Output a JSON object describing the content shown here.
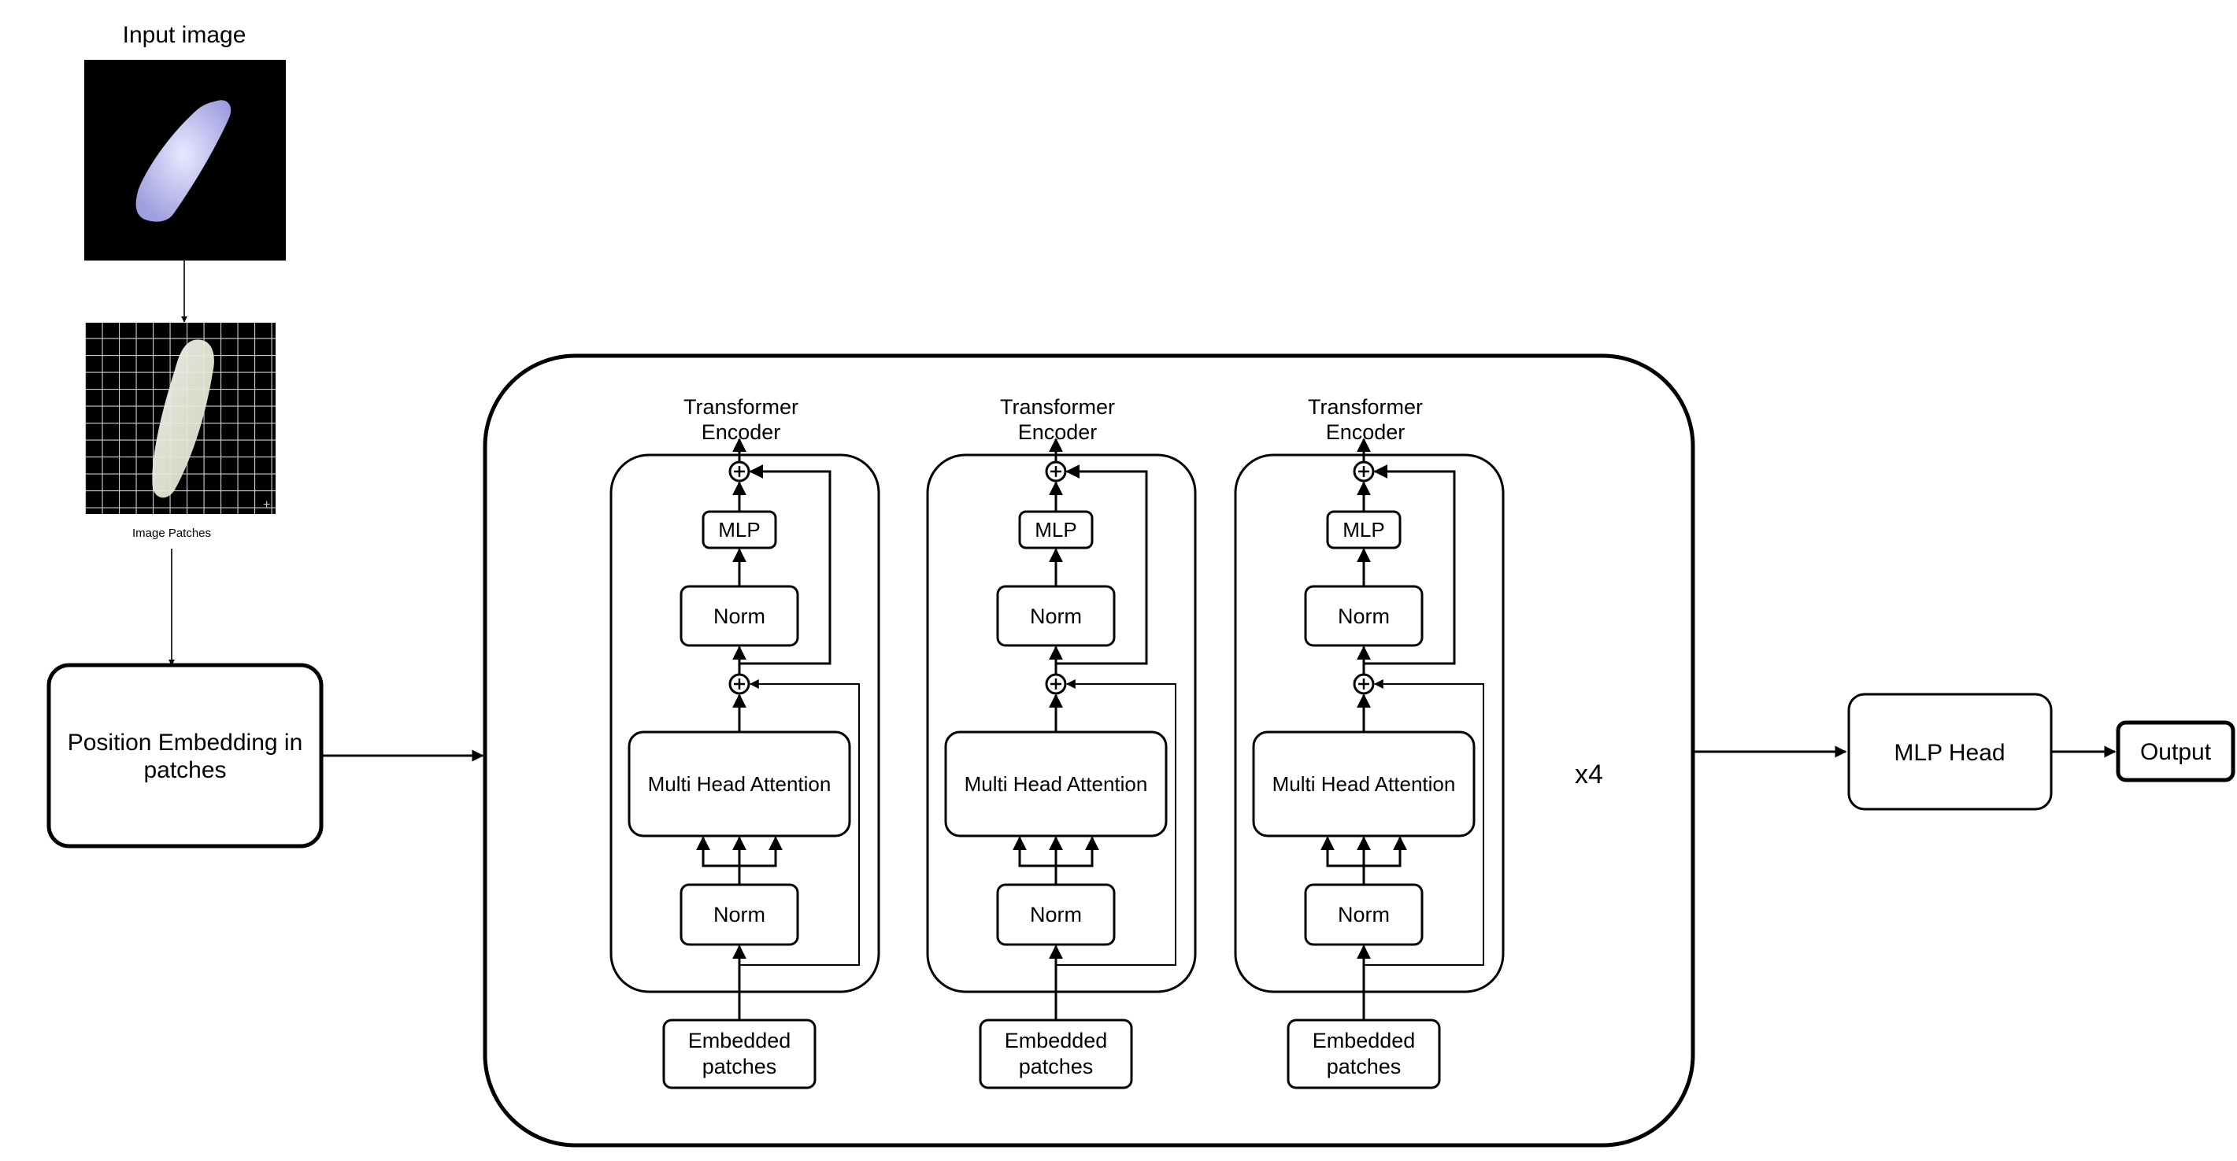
{
  "input_image": {
    "label": "Input image"
  },
  "image_patches": {
    "label": "Image Patches"
  },
  "position_embedding": {
    "line1": "Position Embedding in",
    "line2": "patches"
  },
  "encoders": [
    {
      "title_line1": "Transformer",
      "title_line2": "Encoder",
      "mlp": "MLP",
      "norm_top": "Norm",
      "mha": "Multi Head Attention",
      "norm_bottom": "Norm",
      "input_line1": "Embedded",
      "input_line2": "patches"
    },
    {
      "title_line1": "Transformer",
      "title_line2": "Encoder",
      "mlp": "MLP",
      "norm_top": "Norm",
      "mha": "Multi Head Attention",
      "norm_bottom": "Norm",
      "input_line1": "Embedded",
      "input_line2": "patches"
    },
    {
      "title_line1": "Transformer",
      "title_line2": "Encoder",
      "mlp": "MLP",
      "norm_top": "Norm",
      "mha": "Multi Head Attention",
      "norm_bottom": "Norm",
      "input_line1": "Embedded",
      "input_line2": "patches"
    }
  ],
  "repeat": {
    "label": "x4"
  },
  "mlp_head": {
    "label": "MLP Head"
  },
  "output": {
    "label": "Output"
  },
  "colors": {
    "stroke": "#000000",
    "background": "#ffffff",
    "image_bg": "#000000",
    "grain": "#c9c8ef",
    "grid": "#d0d0d0"
  }
}
